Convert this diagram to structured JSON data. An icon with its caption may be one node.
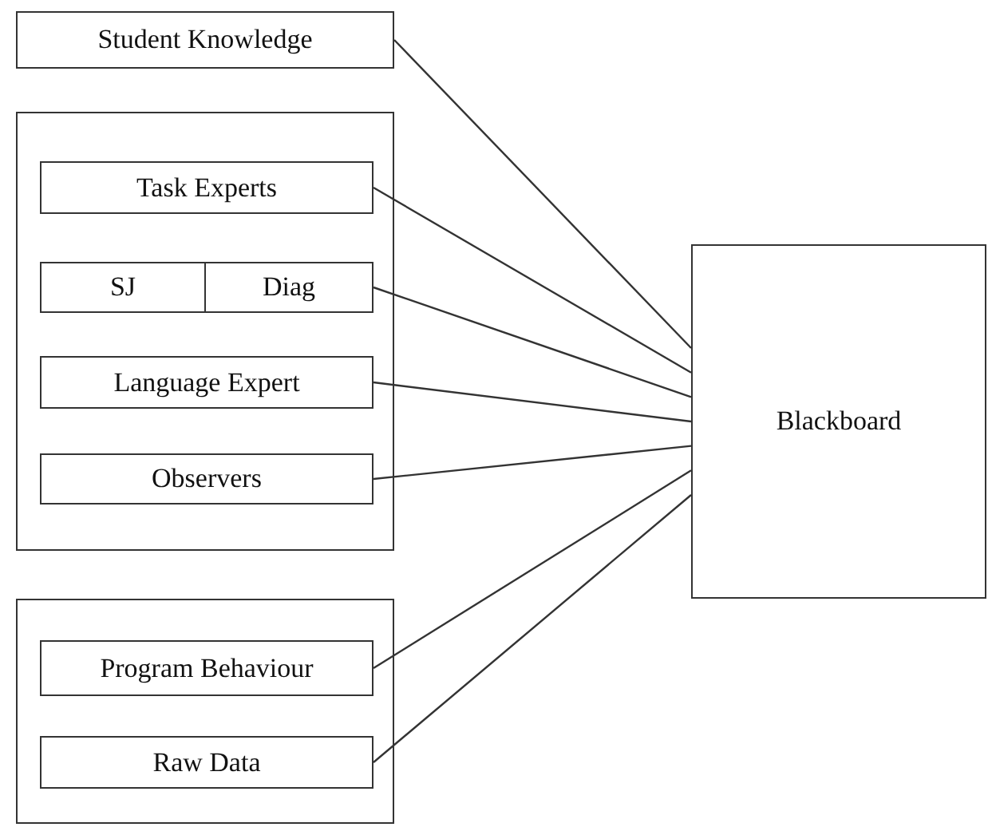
{
  "diagram": {
    "nodes": [
      {
        "text": [
          "Student Knowledge"
        ]
      },
      {
        "text": [],
        "shape": "box"
      },
      {
        "text": [
          "Task Experts"
        ],
        "in": 1
      },
      {
        "text": [
          "SJ"
        ],
        "in": 1
      },
      {
        "text": [
          "Diag"
        ],
        "in": 1
      },
      {
        "text": [
          "Language Expert"
        ],
        "in": 1
      },
      {
        "text": [
          "Observers"
        ],
        "in": 1
      },
      {
        "text": [],
        "shape": "box"
      },
      {
        "text": [
          "Program Behaviour"
        ],
        "in": 7
      },
      {
        "text": [
          "Raw Data"
        ],
        "in": 7
      },
      {
        "text": [
          "Blackboard"
        ]
      }
    ],
    "edges": [
      {
        "from": 0,
        "to": 10,
        "arrow": "none"
      },
      {
        "from": 2,
        "to": 10,
        "arrow": "none"
      },
      {
        "from": 4,
        "to": 10,
        "arrow": "none"
      },
      {
        "from": 5,
        "to": 10,
        "arrow": "none"
      },
      {
        "from": 6,
        "to": 10,
        "arrow": "none"
      },
      {
        "from": 8,
        "to": 10,
        "arrow": "none"
      },
      {
        "from": 9,
        "to": 10,
        "arrow": "none"
      }
    ]
  }
}
